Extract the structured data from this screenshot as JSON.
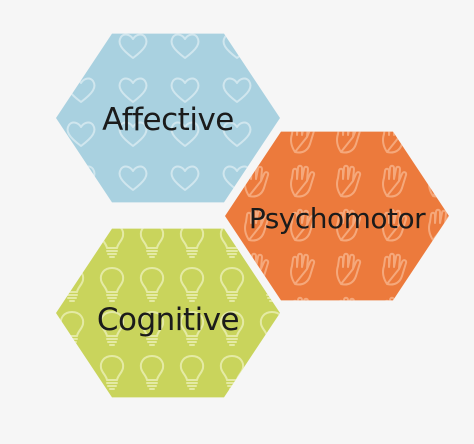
{
  "diagram": {
    "hexagons": [
      {
        "id": "affective",
        "label": "Affective",
        "color": "#a9d1e0",
        "pattern_icon": "heart-icon"
      },
      {
        "id": "psychomotor",
        "label": "Psychomotor",
        "color": "#ec7a3c",
        "pattern_icon": "hand-icon"
      },
      {
        "id": "cognitive",
        "label": "Cognitive",
        "color": "#c9d45c",
        "pattern_icon": "lightbulb-icon"
      }
    ],
    "background_color": "#f6f6f6"
  }
}
